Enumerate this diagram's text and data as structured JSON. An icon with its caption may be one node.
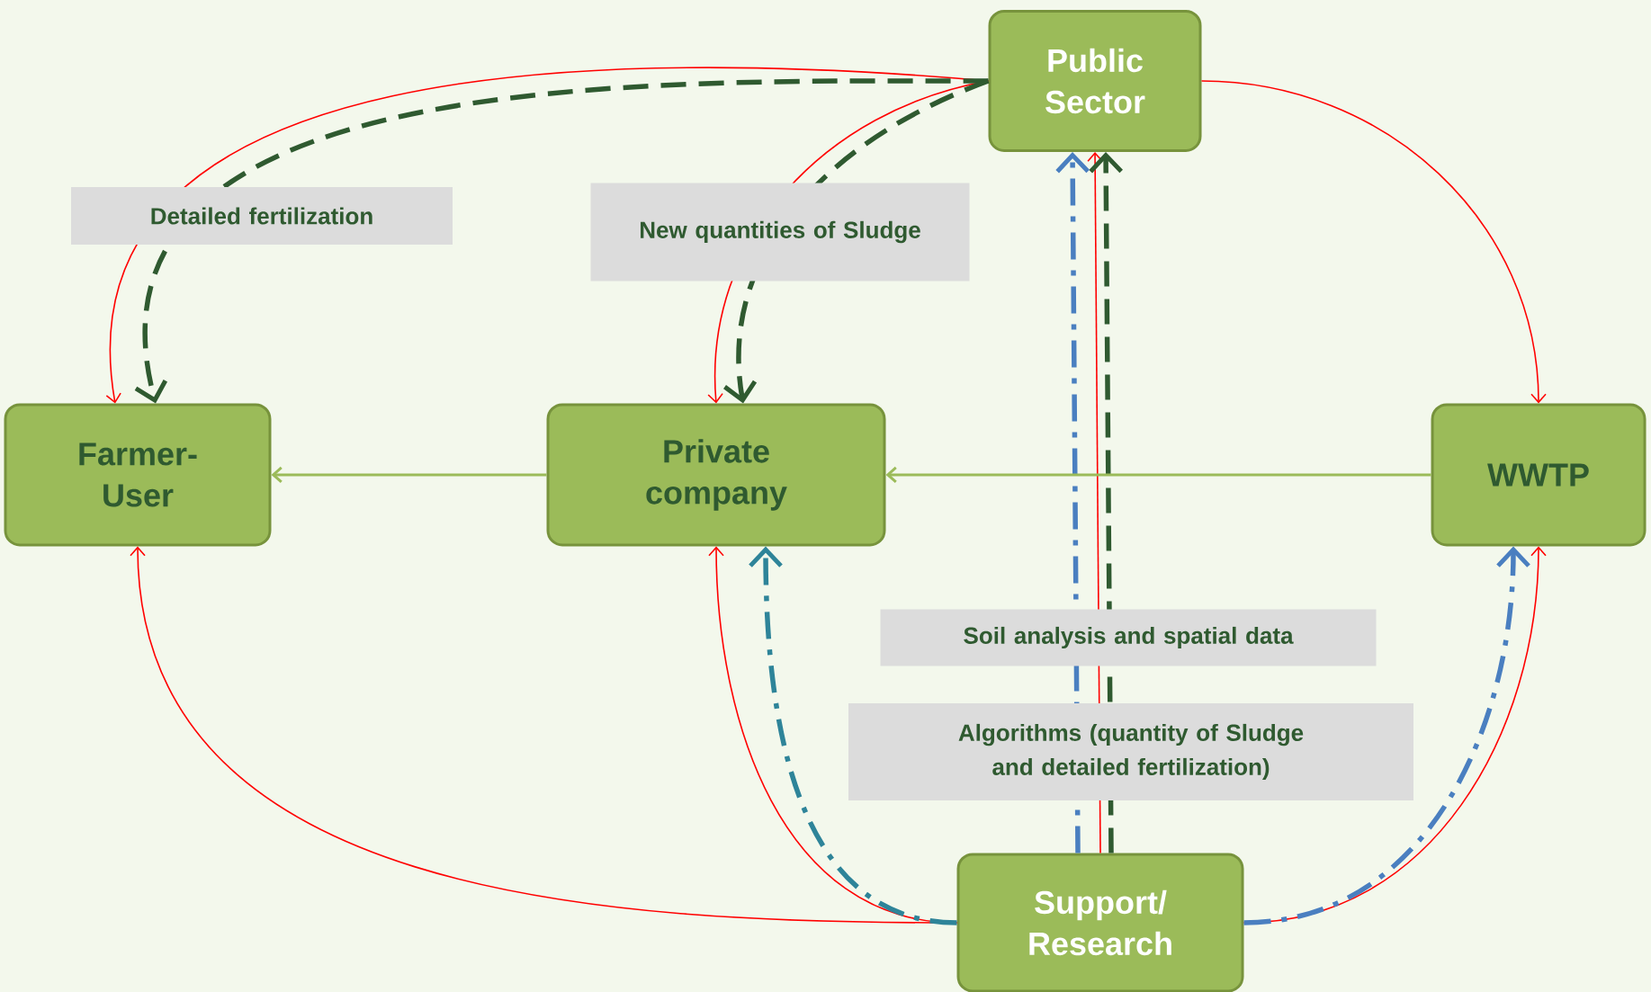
{
  "diagram": {
    "nodes": [
      {
        "text": [
          "Public Sector"
        ]
      },
      {
        "text": [
          "Farmer-User"
        ]
      },
      {
        "text": [
          "Private company"
        ]
      },
      {
        "text": [
          "WWTP"
        ]
      },
      {
        "text": [
          "Support/ Research"
        ]
      }
    ],
    "edges": [
      {
        "from": 0,
        "to": 1,
        "arrow": "to"
      },
      {
        "from": 0,
        "to": 2,
        "arrow": "to"
      },
      {
        "from": 0,
        "to": 3,
        "arrow": "to"
      },
      {
        "from": 4,
        "to": 0,
        "arrow": "to"
      },
      {
        "from": 4,
        "to": 1,
        "arrow": "to"
      },
      {
        "from": 4,
        "to": 2,
        "arrow": "to"
      },
      {
        "from": 4,
        "to": 3,
        "arrow": "to"
      },
      {
        "from": 0,
        "to": 1,
        "arrow": "to",
        "style": "dashed",
        "color": "#2f5a30"
      },
      {
        "from": 0,
        "to": 2,
        "arrow": "to",
        "style": "dashed",
        "color": "#2f5a30"
      },
      {
        "from": 4,
        "to": 0,
        "arrow": "to",
        "style": "dashed",
        "color": "#2f5a30"
      },
      {
        "from": 4,
        "to": 0,
        "arrow": "to",
        "style": "dashed",
        "color": "#4a7fc0"
      },
      {
        "from": 4,
        "to": 3,
        "arrow": "to",
        "style": "dashed",
        "color": "#4a7fc0"
      },
      {
        "from": 4,
        "to": 2,
        "arrow": "to",
        "style": "dashed",
        "color": "#2e8499"
      },
      {
        "from": 3,
        "to": 2,
        "arrow": "to",
        "color": "#9bbb59"
      },
      {
        "from": 2,
        "to": 1,
        "arrow": "to",
        "color": "#9bbb59"
      }
    ],
    "labels": [
      "Detailed fertilization",
      "New quantities of Sludge",
      "Soil analysis and spatial data",
      "Algorithms (quantity of Sludge and detailed fertilization)"
    ]
  }
}
